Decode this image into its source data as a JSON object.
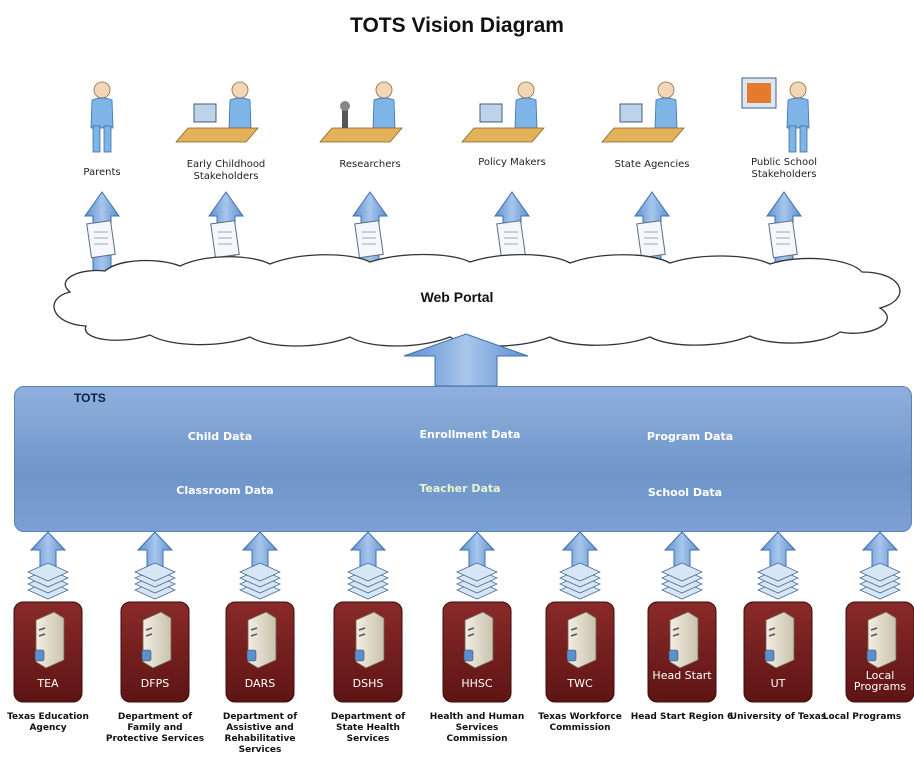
{
  "title": "TOTS Vision Diagram",
  "stakeholders": [
    {
      "label": "Parents",
      "icon": "parent-person-icon",
      "doc": "document-icon"
    },
    {
      "label": "Early Childhood Stakeholders",
      "icon": "childhood-stakeholder-desk-icon",
      "doc": "clipboard-icon"
    },
    {
      "label": "Researchers",
      "icon": "researcher-microscope-icon",
      "doc": "report-icon"
    },
    {
      "label": "Policy Makers",
      "icon": "policy-maker-desk-icon",
      "doc": "spreadsheet-icon"
    },
    {
      "label": "State Agencies",
      "icon": "state-agency-computer-icon",
      "doc": "folder-icon"
    },
    {
      "label": "Public School Stakeholders",
      "icon": "school-presentation-icon",
      "doc": "chart-document-icon"
    }
  ],
  "portal": {
    "label": "Web Portal"
  },
  "tots": {
    "label": "TOTS",
    "pieces": [
      {
        "label": "Child Data",
        "color": "#10287a"
      },
      {
        "label": "Enrollment Data",
        "color": "#7cc21d"
      },
      {
        "label": "Program Data",
        "color": "#1a9ad6"
      },
      {
        "label": "Classroom Data",
        "color": "#1566d8"
      },
      {
        "label": "Teacher Data",
        "color": "#b8e060"
      },
      {
        "label": "School Data",
        "color": "#5cc7ee"
      }
    ]
  },
  "sources": [
    {
      "code": "TEA",
      "name": "Texas Education Agency"
    },
    {
      "code": "DFPS",
      "name": "Department of Family and Protective Services"
    },
    {
      "code": "DARS",
      "name": "Department of Assistive and Rehabilitative Services"
    },
    {
      "code": "DSHS",
      "name": "Department of State Health Services"
    },
    {
      "code": "HHSC",
      "name": "Health and Human Services Commission"
    },
    {
      "code": "TWC",
      "name": "Texas Workforce Commission"
    },
    {
      "code": "Head Start",
      "name": "Head Start Region 6"
    },
    {
      "code": "UT",
      "name": "University of Texas"
    },
    {
      "code": "Local Programs",
      "name": "Local Programs"
    }
  ],
  "colors": {
    "arrow": "#7aa7dc",
    "arrow_stroke": "#3f6fae",
    "source_box": "#7a1f1f",
    "server": "#e8e2d2"
  }
}
